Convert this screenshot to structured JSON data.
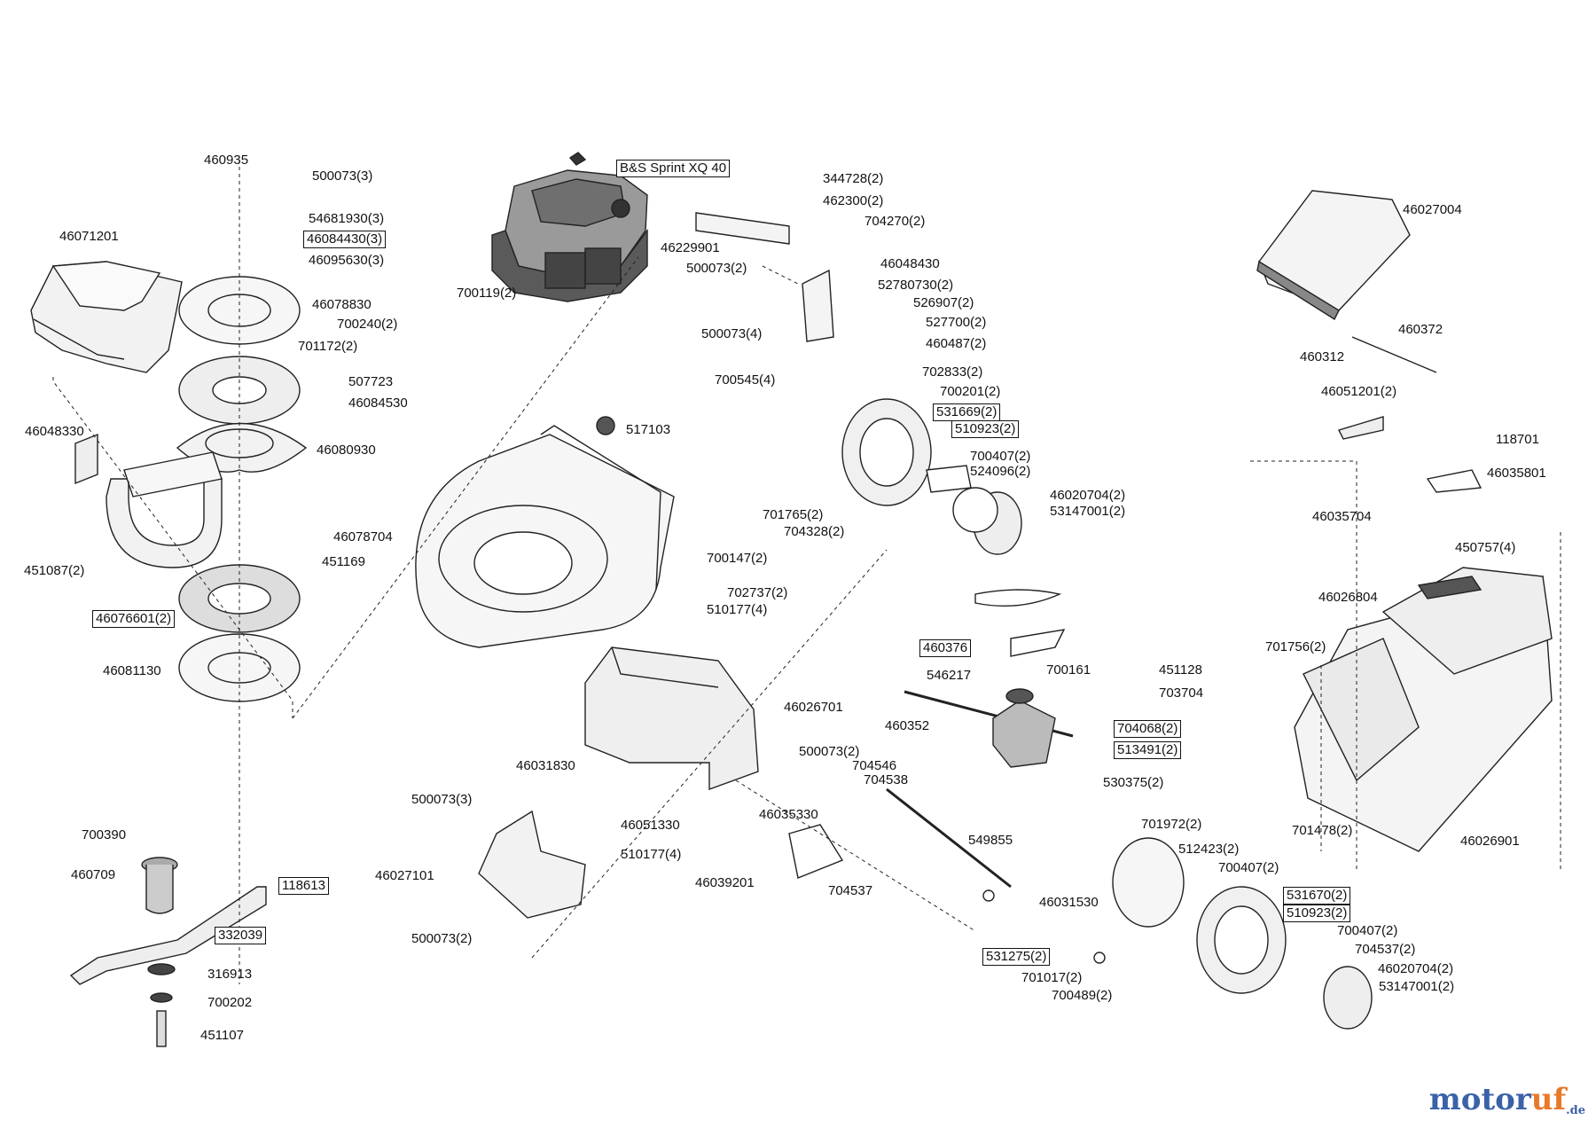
{
  "engine_label": "B&S  Sprint XQ 40",
  "labels": [
    {
      "id": "460935",
      "text": "460935",
      "boxed": false
    },
    {
      "id": "500073-3a",
      "text": "500073(3)",
      "boxed": false
    },
    {
      "id": "54681930",
      "text": "54681930(3)",
      "boxed": false
    },
    {
      "id": "46084430",
      "text": "46084430(3)",
      "boxed": true
    },
    {
      "id": "46095630",
      "text": "46095630(3)",
      "boxed": false
    },
    {
      "id": "46071201",
      "text": "46071201",
      "boxed": false
    },
    {
      "id": "46078830",
      "text": "46078830",
      "boxed": false
    },
    {
      "id": "700119",
      "text": "700119(2)",
      "boxed": false
    },
    {
      "id": "700240",
      "text": "700240(2)",
      "boxed": false
    },
    {
      "id": "701172",
      "text": "701172(2)",
      "boxed": false
    },
    {
      "id": "507723",
      "text": "507723",
      "boxed": false
    },
    {
      "id": "46084530",
      "text": "46084530",
      "boxed": false
    },
    {
      "id": "46048330",
      "text": "46048330",
      "boxed": false
    },
    {
      "id": "46080930",
      "text": "46080930",
      "boxed": false
    },
    {
      "id": "451087",
      "text": "451087(2)",
      "boxed": false
    },
    {
      "id": "46076601",
      "text": "46076601(2)",
      "boxed": true
    },
    {
      "id": "46081130",
      "text": "46081130",
      "boxed": false
    },
    {
      "id": "344728",
      "text": "344728(2)",
      "boxed": false
    },
    {
      "id": "462300",
      "text": "462300(2)",
      "boxed": false
    },
    {
      "id": "704270",
      "text": "704270(2)",
      "boxed": false
    },
    {
      "id": "46229901",
      "text": "46229901",
      "boxed": false
    },
    {
      "id": "500073-2a",
      "text": "500073(2)",
      "boxed": false
    },
    {
      "id": "46048430",
      "text": "46048430",
      "boxed": false
    },
    {
      "id": "52780730",
      "text": "52780730(2)",
      "boxed": false
    },
    {
      "id": "526907",
      "text": "526907(2)",
      "boxed": false
    },
    {
      "id": "500073-4",
      "text": "500073(4)",
      "boxed": false
    },
    {
      "id": "527700",
      "text": "527700(2)",
      "boxed": false
    },
    {
      "id": "460487",
      "text": "460487(2)",
      "boxed": false
    },
    {
      "id": "702833",
      "text": "702833(2)",
      "boxed": false
    },
    {
      "id": "700545",
      "text": "700545(4)",
      "boxed": false
    },
    {
      "id": "700201",
      "text": "700201(2)",
      "boxed": false
    },
    {
      "id": "531669",
      "text": "531669(2)",
      "boxed": true
    },
    {
      "id": "510923a",
      "text": "510923(2)",
      "boxed": true
    },
    {
      "id": "700407a",
      "text": "700407(2)",
      "boxed": false
    },
    {
      "id": "524096",
      "text": "524096(2)",
      "boxed": false
    },
    {
      "id": "46020704a",
      "text": "46020704(2)",
      "boxed": false
    },
    {
      "id": "53147001a",
      "text": "53147001(2)",
      "boxed": false
    },
    {
      "id": "517103",
      "text": "517103",
      "boxed": false
    },
    {
      "id": "46078704",
      "text": "46078704",
      "boxed": false
    },
    {
      "id": "451169",
      "text": "451169",
      "boxed": false
    },
    {
      "id": "701765",
      "text": "701765(2)",
      "boxed": false
    },
    {
      "id": "704328",
      "text": "704328(2)",
      "boxed": false
    },
    {
      "id": "700147",
      "text": "700147(2)",
      "boxed": false
    },
    {
      "id": "702737",
      "text": "702737(2)",
      "boxed": false
    },
    {
      "id": "510177-4a",
      "text": "510177(4)",
      "boxed": false
    },
    {
      "id": "46027004",
      "text": "46027004",
      "boxed": false
    },
    {
      "id": "460372",
      "text": "460372",
      "boxed": false
    },
    {
      "id": "460312",
      "text": "460312",
      "boxed": false
    },
    {
      "id": "46051201",
      "text": "46051201(2)",
      "boxed": false
    },
    {
      "id": "118701",
      "text": "118701",
      "boxed": false
    },
    {
      "id": "46035801",
      "text": "46035801",
      "boxed": false
    },
    {
      "id": "46035704",
      "text": "46035704",
      "boxed": false
    },
    {
      "id": "450757",
      "text": "450757(4)",
      "boxed": false
    },
    {
      "id": "46026804",
      "text": "46026804",
      "boxed": false
    },
    {
      "id": "701756",
      "text": "701756(2)",
      "boxed": false
    },
    {
      "id": "460376",
      "text": "460376",
      "boxed": true
    },
    {
      "id": "546217",
      "text": "546217",
      "boxed": false
    },
    {
      "id": "700161",
      "text": "700161",
      "boxed": false
    },
    {
      "id": "451128",
      "text": "451128",
      "boxed": false
    },
    {
      "id": "703704",
      "text": "703704",
      "boxed": false
    },
    {
      "id": "460352",
      "text": "460352",
      "boxed": false
    },
    {
      "id": "704068",
      "text": "704068(2)",
      "boxed": true
    },
    {
      "id": "513491",
      "text": "513491(2)",
      "boxed": true
    },
    {
      "id": "46026701",
      "text": "46026701",
      "boxed": false
    },
    {
      "id": "46031830",
      "text": "46031830",
      "boxed": false
    },
    {
      "id": "500073-2b",
      "text": "500073(2)",
      "boxed": false
    },
    {
      "id": "704546",
      "text": "704546",
      "boxed": false
    },
    {
      "id": "704538",
      "text": "704538",
      "boxed": false
    },
    {
      "id": "530375",
      "text": "530375(2)",
      "boxed": false
    },
    {
      "id": "500073-3b",
      "text": "500073(3)",
      "boxed": false
    },
    {
      "id": "46051330",
      "text": "46051330",
      "boxed": false
    },
    {
      "id": "46035330",
      "text": "46035330",
      "boxed": false
    },
    {
      "id": "549855",
      "text": "549855",
      "boxed": false
    },
    {
      "id": "701478",
      "text": "701478(2)",
      "boxed": false
    },
    {
      "id": "46026901",
      "text": "46026901",
      "boxed": false
    },
    {
      "id": "700390",
      "text": "700390",
      "boxed": false
    },
    {
      "id": "460709",
      "text": "460709",
      "boxed": false
    },
    {
      "id": "118613",
      "text": "118613",
      "boxed": true
    },
    {
      "id": "332039",
      "text": "332039",
      "boxed": true
    },
    {
      "id": "316913",
      "text": "316913",
      "boxed": false
    },
    {
      "id": "700202",
      "text": "700202",
      "boxed": false
    },
    {
      "id": "451107",
      "text": "451107",
      "boxed": false
    },
    {
      "id": "46027101",
      "text": "46027101",
      "boxed": false
    },
    {
      "id": "500073-2c",
      "text": "500073(2)",
      "boxed": false
    },
    {
      "id": "510177-4b",
      "text": "510177(4)",
      "boxed": false
    },
    {
      "id": "46039201",
      "text": "46039201",
      "boxed": false
    },
    {
      "id": "704537a",
      "text": "704537",
      "boxed": false
    },
    {
      "id": "701972",
      "text": "701972(2)",
      "boxed": false
    },
    {
      "id": "512423",
      "text": "512423(2)",
      "boxed": false
    },
    {
      "id": "700407b",
      "text": "700407(2)",
      "boxed": false
    },
    {
      "id": "46031530",
      "text": "46031530",
      "boxed": false
    },
    {
      "id": "531670",
      "text": "531670(2)",
      "boxed": true
    },
    {
      "id": "510923b",
      "text": "510923(2)",
      "boxed": true
    },
    {
      "id": "700407c",
      "text": "700407(2)",
      "boxed": false
    },
    {
      "id": "704537b",
      "text": "704537(2)",
      "boxed": false
    },
    {
      "id": "531275",
      "text": "531275(2)",
      "boxed": true
    },
    {
      "id": "701017",
      "text": "701017(2)",
      "boxed": false
    },
    {
      "id": "700489",
      "text": "700489(2)",
      "boxed": false
    },
    {
      "id": "46020704b",
      "text": "46020704(2)",
      "boxed": false
    },
    {
      "id": "53147001b",
      "text": "53147001(2)",
      "boxed": false
    }
  ],
  "watermark": {
    "main_a": "motor",
    "main_b": "uf",
    "suffix": ".de"
  },
  "colors": {
    "line": "#222222",
    "part_fill": "#f4f4f4",
    "part_dark": "#8a8a8a",
    "engine_top": "#8c8c8c",
    "engine_side": "#5a5a5a"
  }
}
